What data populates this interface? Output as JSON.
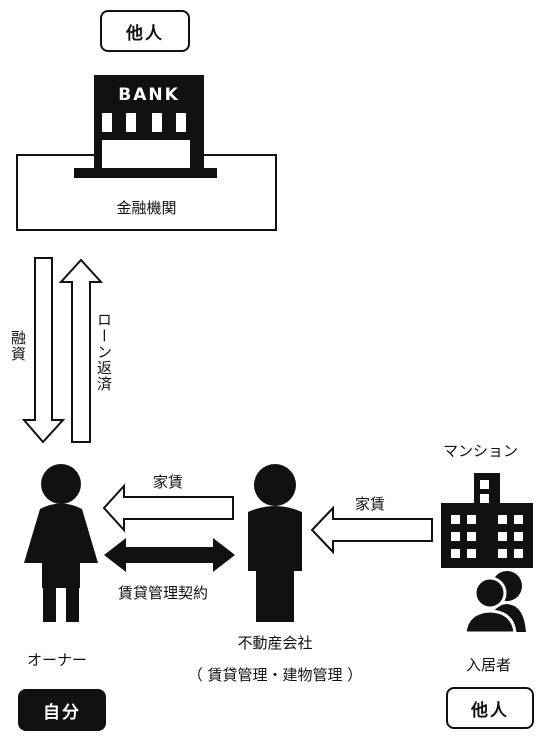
{
  "top_badge": "他人",
  "bank": {
    "sign": "BANK",
    "caption": "金融機関"
  },
  "arrows": {
    "loan": "融資",
    "repay": "ローン返済"
  },
  "owner": {
    "rent_label": "家賃",
    "contract_label": "賃貸管理契約",
    "name": "オーナー",
    "badge": "自分"
  },
  "company": {
    "name": "不動産会社",
    "sub": "（ 賃貸管理・建物管理 ）",
    "rent_label": "家賃"
  },
  "mansion": {
    "title": "マンション",
    "tenant": "入居者",
    "badge": "他人"
  }
}
